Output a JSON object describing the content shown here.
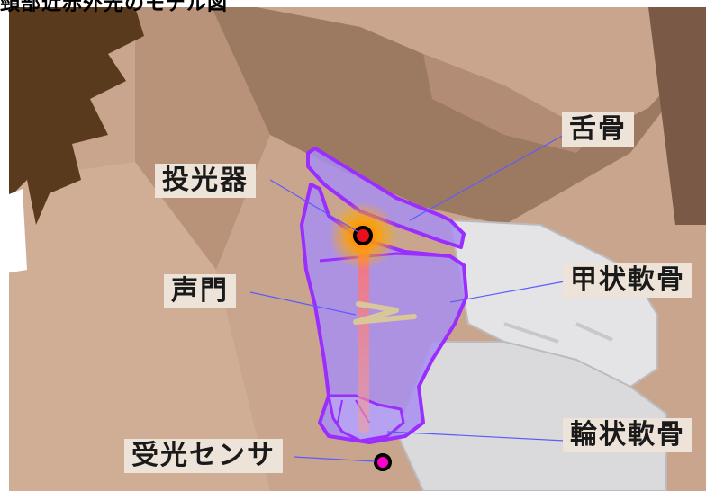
{
  "title": "頸部近赤外光のモデル図",
  "labels": {
    "hyoid": "舌骨",
    "emitter": "投光器",
    "glottis": "声門",
    "thyroid_cartilage": "甲状軟骨",
    "cricoid_cartilage": "輪状軟骨",
    "receiver": "受光センサ"
  },
  "colors": {
    "skin_light": "#c8a48c",
    "skin_mid": "#b08a72",
    "skin_dark": "#8e6a54",
    "hair": "#5a3a1c",
    "cartilage_fill": "#a78ef0",
    "cartilage_outline": "#9b2dff",
    "emitter_glow": "#ff9a00",
    "emitter_dot": "#e8101a",
    "beam": "#f08a8a",
    "receiver_dot": "#ff00cc",
    "glottis": "#d8c79a",
    "leader_line": "#5b5bff",
    "label_bg": "#ede3d8",
    "collar": "#e2e2e4"
  }
}
